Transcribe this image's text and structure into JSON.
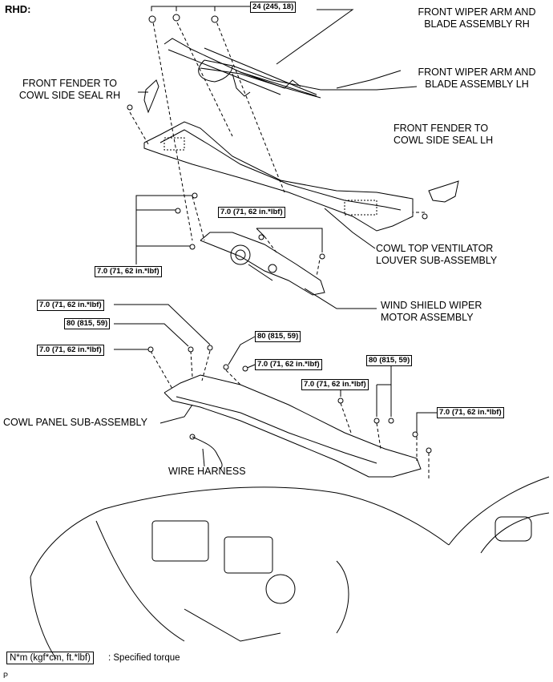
{
  "title": "RHD:",
  "labels": {
    "wiper_rh_1": "FRONT WIPER ARM AND",
    "wiper_rh_2": "BLADE ASSEMBLY RH",
    "wiper_lh_1": "FRONT WIPER ARM AND",
    "wiper_lh_2": "BLADE ASSEMBLY LH",
    "fender_rh_1": "FRONT FENDER TO",
    "fender_rh_2": "COWL SIDE SEAL RH",
    "fender_lh_1": "FRONT FENDER TO",
    "fender_lh_2": "COWL SIDE SEAL LH",
    "louver_1": "COWL TOP VENTILATOR",
    "louver_2": "LOUVER SUB-ASSEMBLY",
    "motor_1": "WIND SHIELD WIPER",
    "motor_2": "MOTOR ASSEMBLY",
    "cowl_panel": "COWL PANEL SUB-ASSEMBLY",
    "wire_harness": "WIRE HARNESS"
  },
  "torques": {
    "t24": "24 (245, 18)",
    "t7": "7.0 (71, 62 in.*lbf)",
    "t80": "80 (815, 59)"
  },
  "legend": {
    "box": "N*m (kgf*cm, ft.*lbf)",
    "text": ": Specified torque"
  },
  "footer": "P"
}
